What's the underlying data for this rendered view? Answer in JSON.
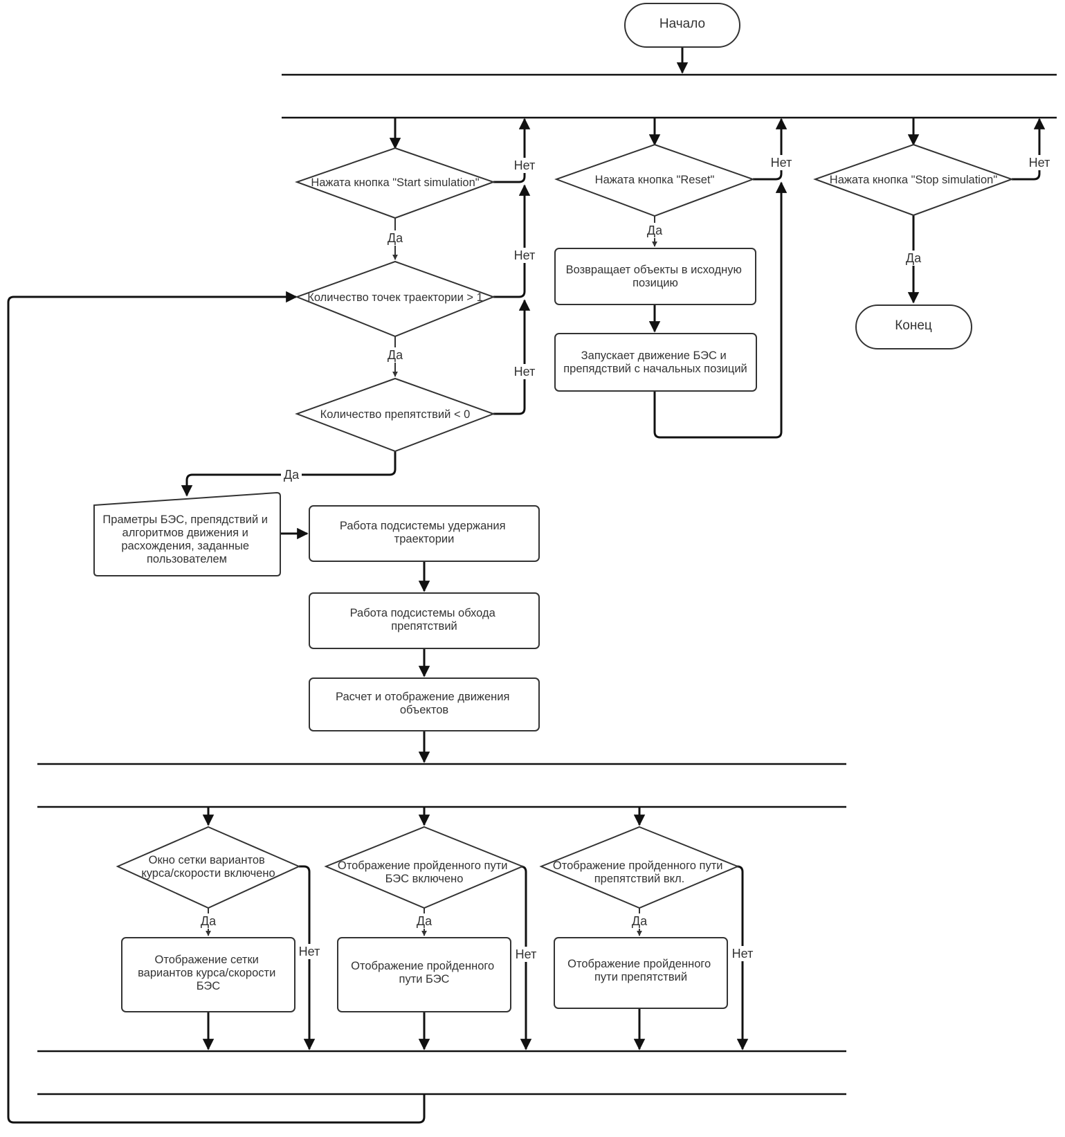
{
  "terminals": {
    "start": "Начало",
    "end": "Конец"
  },
  "decisions": {
    "start_sim": "Нажата кнопка \"Start simulation\"",
    "reset": "Нажата кнопка \"Reset\"",
    "stop_sim": "Нажата кнопка \"Stop simulation\"",
    "points": "Количество точек траектории > 1",
    "obstacles": "Количество препятствий < 0",
    "grid_on": [
      "Окно сетки вариантов",
      "курса/скорости включено"
    ],
    "path_bes_on": [
      "Отображение пройденного пути",
      "БЭС  включено"
    ],
    "path_obs_on": [
      "Отображение пройденного пути",
      "препятствий вкл."
    ]
  },
  "processes": {
    "return_objects": [
      "Возвращает объекты в исходную",
      "позицию"
    ],
    "restart_motion": [
      "Запускает движение БЭС и",
      "препядствий с начальных позиций"
    ],
    "trajectory_keep": [
      "Работа подсистемы удержания",
      "траектории"
    ],
    "obstacle_avoid": [
      "Работа подсистемы обхода",
      "препятствий"
    ],
    "calc_display": [
      "Расчет и отображение движения",
      "объектов"
    ],
    "show_grid": [
      "Отображение сетки",
      "вариантов курса/скорости",
      "БЭС"
    ],
    "show_path_bes": [
      "Отображение пройденного",
      "пути БЭС"
    ],
    "show_path_obs": [
      "Отображение пройденного",
      "пути препятствий"
    ]
  },
  "inputs": {
    "user_params": [
      "Праметры БЭС, препядствий и",
      "алгоритмов движения и",
      "расхождения, заданные",
      "пользователем"
    ]
  },
  "labels": {
    "yes": "Да",
    "no": "Нет"
  }
}
